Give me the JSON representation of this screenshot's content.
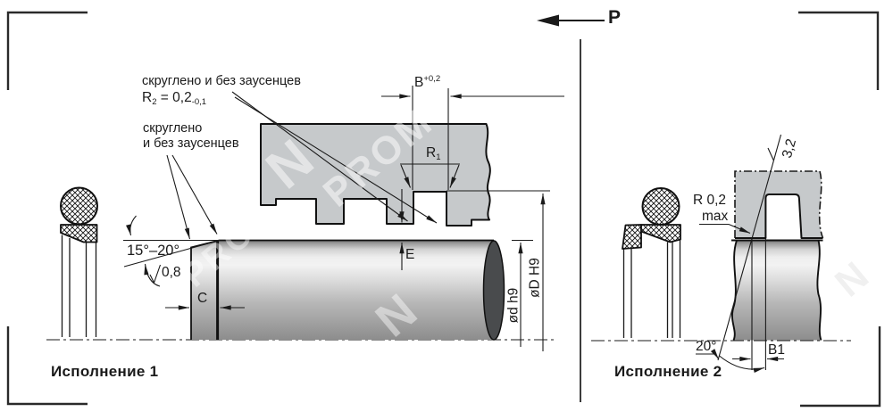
{
  "pressure_arrow": {
    "label": "P"
  },
  "view1": {
    "caption": "Исполнение 1",
    "notes": {
      "note1_line1": "скруглено и без заусенцев",
      "note1_r": "R",
      "note1_r_sub": "2",
      "note1_val": " = 0,2",
      "note1_tol": "-0,1",
      "note2_line1": "скруглено",
      "note2_line2": "и без заусенцев"
    },
    "dims": {
      "chamfer_angle": "15°–20°",
      "chamfer_roughness": "0,8",
      "chamfer_length": "C",
      "clearance": "E",
      "groove_width": "B",
      "groove_width_tol": "+0,2",
      "groove_radius": "R",
      "groove_radius_sub": "1",
      "rod_dia": "ød h9",
      "bore_dia": "øD H9"
    }
  },
  "view2": {
    "caption": "Исполнение 2",
    "dims": {
      "corner_radius_line1": "R 0,2",
      "corner_radius_line2": "max",
      "flank_roughness": "3,2",
      "flank_angle": "20°",
      "groove_width": "B1"
    }
  },
  "watermark": {
    "logo": "N",
    "word": "PROM",
    "word_short": "PRO"
  },
  "colors": {
    "metal_gray": "#c6c9cb",
    "rod_end": "#494b4d",
    "line": "#1a1a1a"
  }
}
